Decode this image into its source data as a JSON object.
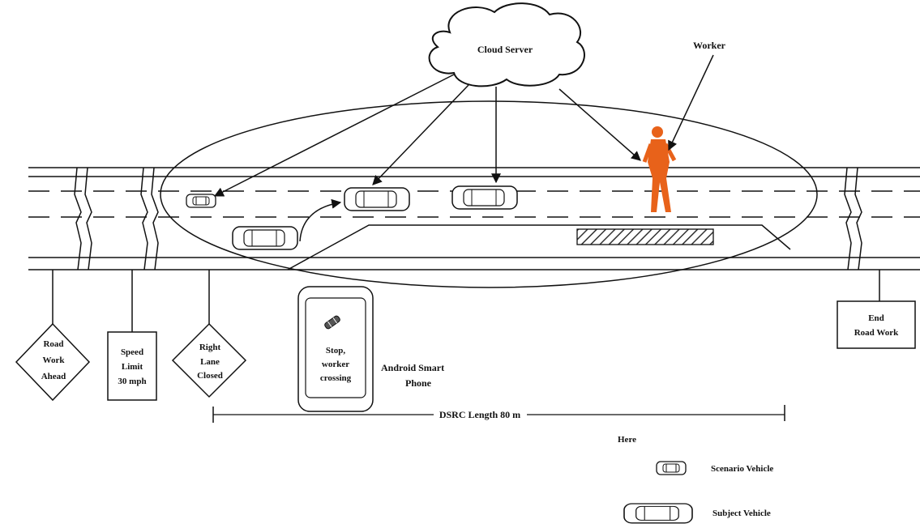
{
  "cloud_label": "Cloud Server",
  "worker_label": "Worker",
  "signs": {
    "road_work_ahead": [
      "Road",
      "Work",
      "Ahead"
    ],
    "speed_limit": [
      "Speed",
      "Limit",
      "30 mph"
    ],
    "right_lane_closed": [
      "Right",
      "Lane",
      "Closed"
    ],
    "end_road_work": [
      "End",
      "Road Work"
    ]
  },
  "phone": {
    "screen_text": [
      "Stop,",
      "worker",
      "crossing"
    ],
    "caption": [
      "Android Smart",
      "Phone"
    ]
  },
  "dsrc_label": "DSRC Length 80 m",
  "here_label": "Here",
  "legend": {
    "scenario_vehicle": "Scenario Vehicle",
    "subject_vehicle": "Subject Vehicle"
  },
  "colors": {
    "worker": "#e8621a",
    "line": "#111111",
    "work_zone_hatch": "#333333"
  }
}
